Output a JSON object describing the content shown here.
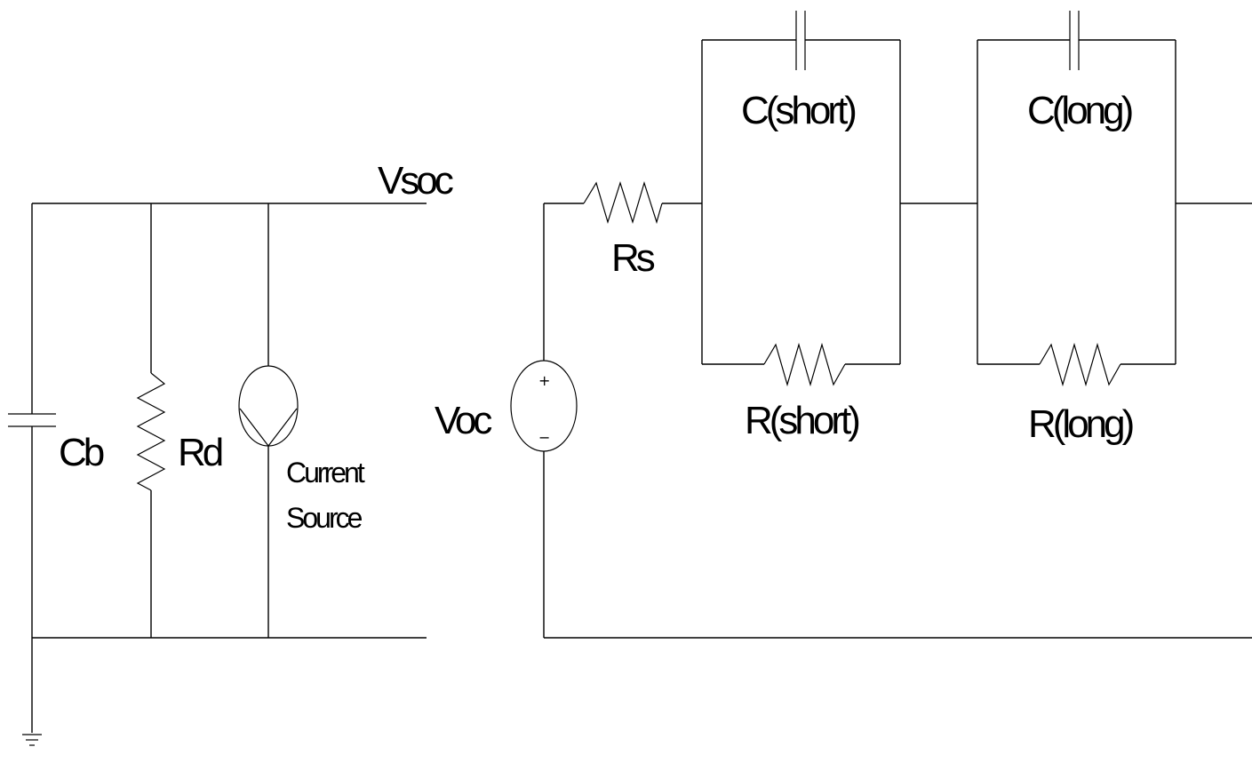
{
  "labels": {
    "vsoc": "Vsoc",
    "cb": "Cb",
    "rd": "Rd",
    "current_source_line1": "Current",
    "current_source_line2": "Source",
    "voc": "Voc",
    "rs": "Rs",
    "c_short": "C(short)",
    "r_short": "R(short)",
    "c_long": "C(long)",
    "r_long": "R(long)",
    "voc_plus": "+",
    "voc_minus": "−"
  }
}
